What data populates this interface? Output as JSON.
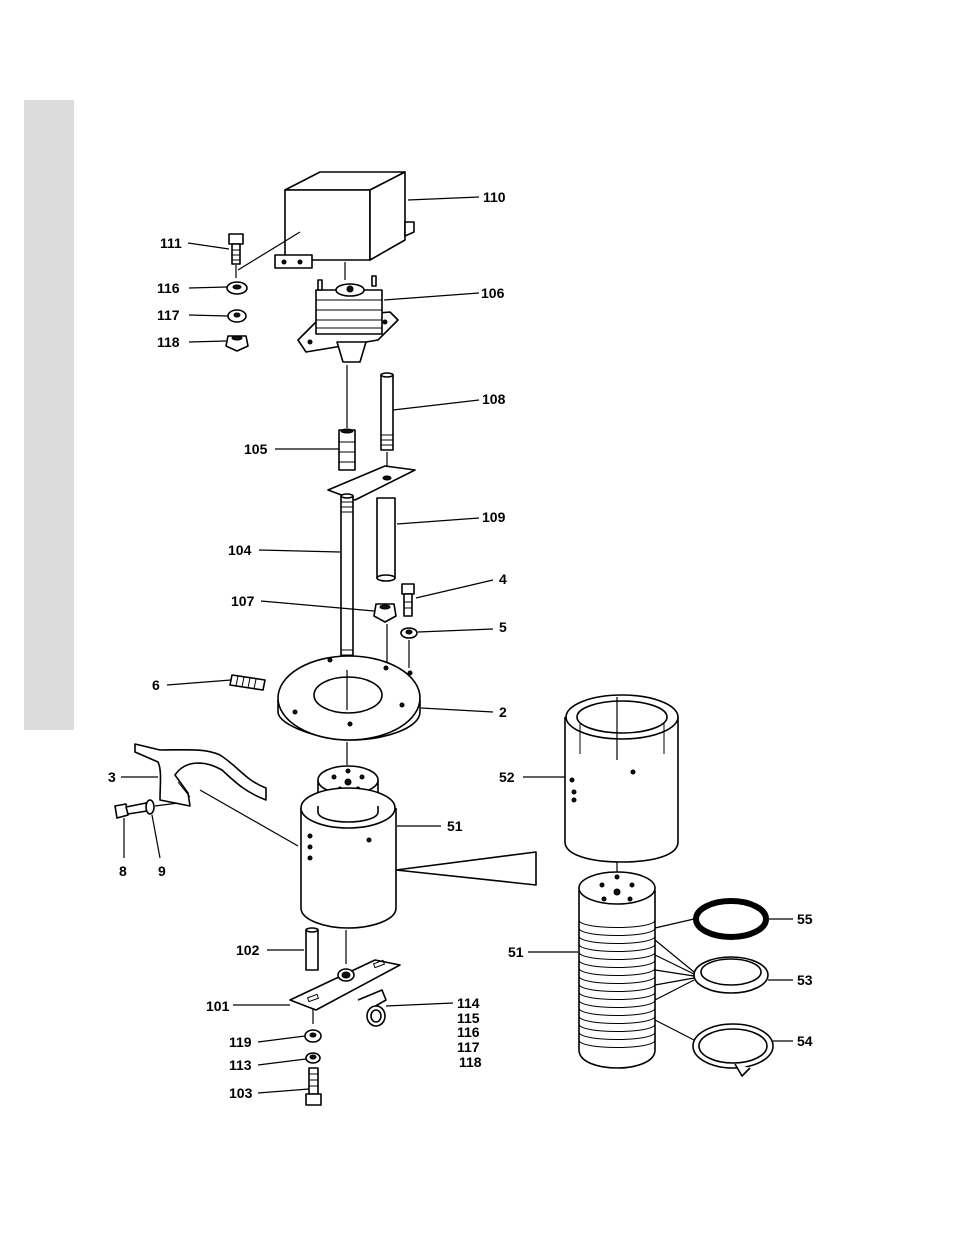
{
  "labels": {
    "l110": "110",
    "l111": "111",
    "l116a": "116",
    "l117a": "117",
    "l118a": "118",
    "l106": "106",
    "l108": "108",
    "l105": "105",
    "l109": "109",
    "l104": "104",
    "l4": "4",
    "l107": "107",
    "l5": "5",
    "l6": "6",
    "l2": "2",
    "l3": "3",
    "l52": "52",
    "l51a": "51",
    "l8": "8",
    "l9": "9",
    "l102": "102",
    "l55": "55",
    "l51b": "51",
    "l53": "53",
    "l101": "101",
    "l114": "114",
    "l115": "115",
    "l116b": "116",
    "l117b": "117",
    "l118b": "118",
    "l54": "54",
    "l119": "119",
    "l113": "113",
    "l103": "103"
  },
  "colors": {
    "sidebar": "#dcdcdc",
    "ink": "#000000",
    "paper": "#ffffff"
  }
}
